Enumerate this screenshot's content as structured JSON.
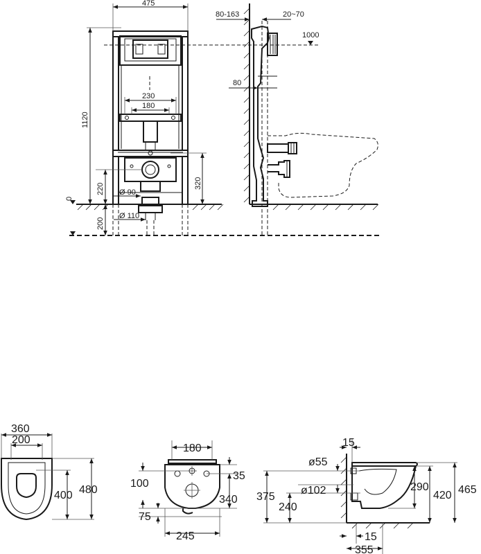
{
  "frame_front": {
    "width": "475",
    "height_total": "1120",
    "dim_230": "230",
    "dim_180": "180",
    "dim_220": "220",
    "dim_320": "320",
    "dim_200": "200",
    "level_zero": "0",
    "dia_90": "Ø 90",
    "dia_110": "Ø 110"
  },
  "frame_side": {
    "wall_depth": "80-163",
    "offset": "20~70",
    "button_height": "1000",
    "dim_80": "80"
  },
  "bowl_top": {
    "width_outer": "360",
    "width_inner": "200",
    "length_400": "400",
    "length_480": "480"
  },
  "bowl_back": {
    "width_180": "180",
    "dim_100": "100",
    "dim_35": "35",
    "dim_340": "340",
    "dim_75": "75",
    "width_245": "245"
  },
  "bowl_side": {
    "dim_15_top": "15",
    "dia_55": "ø55",
    "dia_102": "ø102",
    "dim_375": "375",
    "dim_240": "240",
    "dim_290": "290",
    "dim_420": "420",
    "dim_465": "465",
    "dim_15_bottom": "15",
    "length_355": "355"
  }
}
